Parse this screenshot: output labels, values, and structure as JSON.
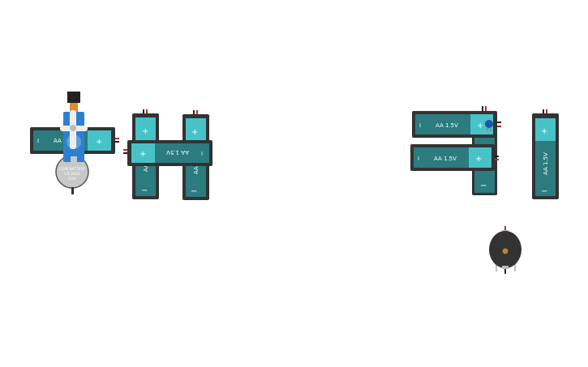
{
  "canvas": {
    "background": "#ffffff"
  },
  "colors": {
    "holder": "#333333",
    "battery_body": "#2b7b7f",
    "battery_positive": "#47c3c7",
    "servo": "#2f7fd0",
    "coin_battery": "#c8c8c8",
    "buzzer": "#333333",
    "buzzer_center": "#b08a2a"
  },
  "components": {
    "battery_left": {
      "label": "AA",
      "plus": "+",
      "minus": "I"
    },
    "coin_battery": {
      "line1": "COIN BATTERY",
      "line2": "CR 2032",
      "line3": "3.0V"
    },
    "h_battery_center": {
      "label": "AA 1.5V",
      "plus": "+",
      "minus": "I"
    },
    "h_battery_left": {
      "label": "AA",
      "plus": "+",
      "minus": "−"
    },
    "h_battery_right": {
      "label": "AA",
      "plus": "+",
      "minus": "−"
    },
    "battery_right_top": {
      "label": "AA 1.5V",
      "plus": "+",
      "minus": "I"
    },
    "battery_right_mid": {
      "label": "AA 1.5V",
      "plus": "+",
      "minus": "I"
    },
    "battery_right_hidden": {
      "minus": "−"
    },
    "battery_right_vertical": {
      "label": "AA 1.5V",
      "plus": "+",
      "minus": "−"
    }
  }
}
